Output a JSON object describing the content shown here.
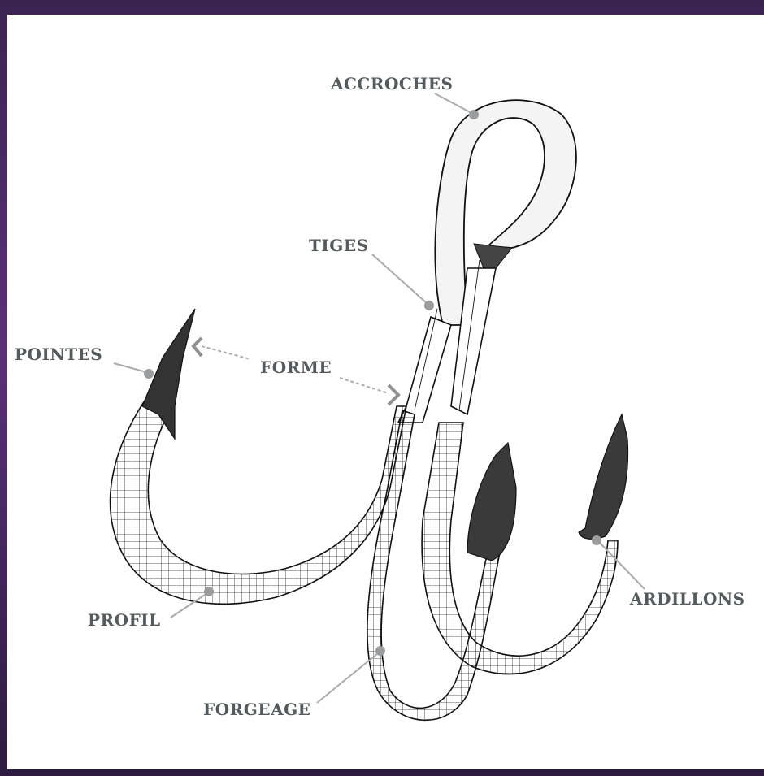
{
  "labels": {
    "accroches": "ACCROCHES",
    "tiges": "TIGES",
    "pointes": "POINTES",
    "forme": "FORME",
    "profil": "PROFIL",
    "ardillons": "ARDILLONS",
    "forgeage": "FORGEAGE"
  },
  "colors": {
    "frame": "#4a2a66",
    "background": "#ffffff",
    "label_text": "#555a5c",
    "leader_line": "#a9acae",
    "marker_dot": "#9a9c9e",
    "hook_ink": "#111111"
  },
  "icons": [
    "treble-hook-illustration",
    "arrow-head-icon"
  ]
}
